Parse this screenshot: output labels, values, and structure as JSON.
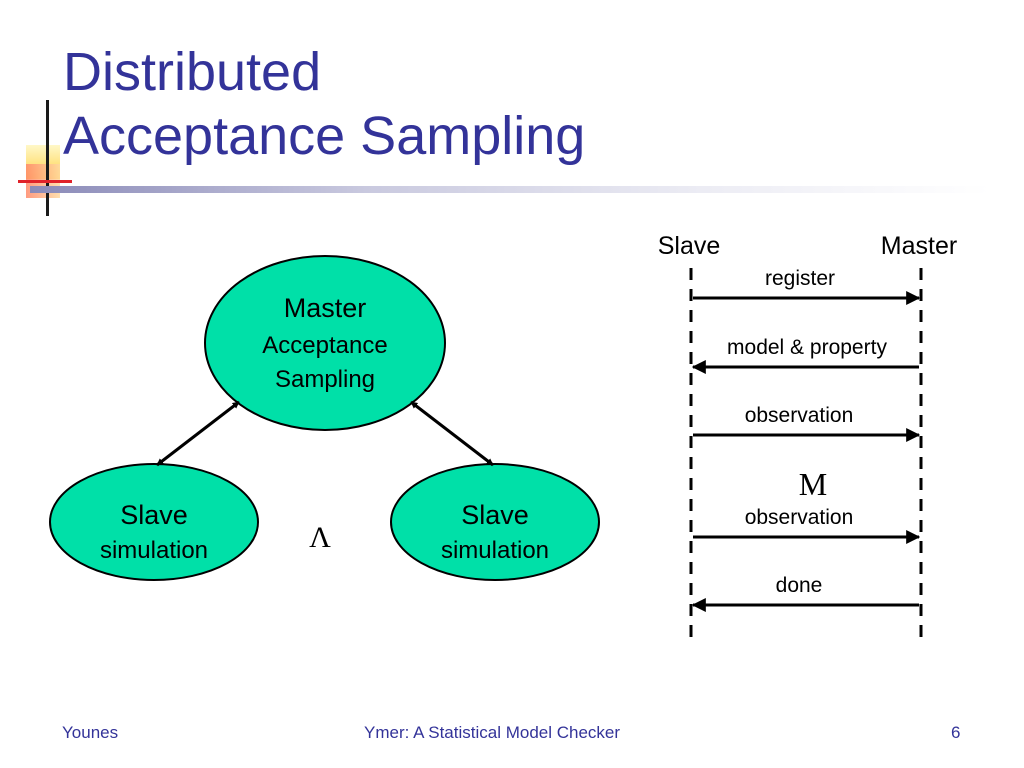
{
  "slide": {
    "title_line1": "Distributed",
    "title_line2": "Acceptance Sampling"
  },
  "diagram": {
    "master_node": {
      "line1": "Master",
      "line2": "Acceptance",
      "line3": "Sampling"
    },
    "slave_left": {
      "line1": "Slave",
      "line2": "simulation"
    },
    "slave_right": {
      "line1": "Slave",
      "line2": "simulation"
    },
    "ellipsis_symbol": "Λ"
  },
  "sequence": {
    "slave_label": "Slave",
    "master_label": "Master",
    "messages": [
      {
        "label": "register",
        "direction": "slave-to-master"
      },
      {
        "label": "model & property",
        "direction": "master-to-slave"
      },
      {
        "label": "observation",
        "direction": "slave-to-master"
      },
      {
        "label": "observation",
        "direction": "slave-to-master"
      },
      {
        "label": "done",
        "direction": "master-to-slave"
      }
    ],
    "ellipsis_symbol": "M"
  },
  "footer": {
    "author": "Younes",
    "talk_title": "Ymer: A Statistical Model Checker",
    "page_number": "6"
  },
  "colors": {
    "title": "#333399",
    "node_fill": "#00e0a8",
    "node_stroke": "#000000",
    "footer": "#333399"
  }
}
